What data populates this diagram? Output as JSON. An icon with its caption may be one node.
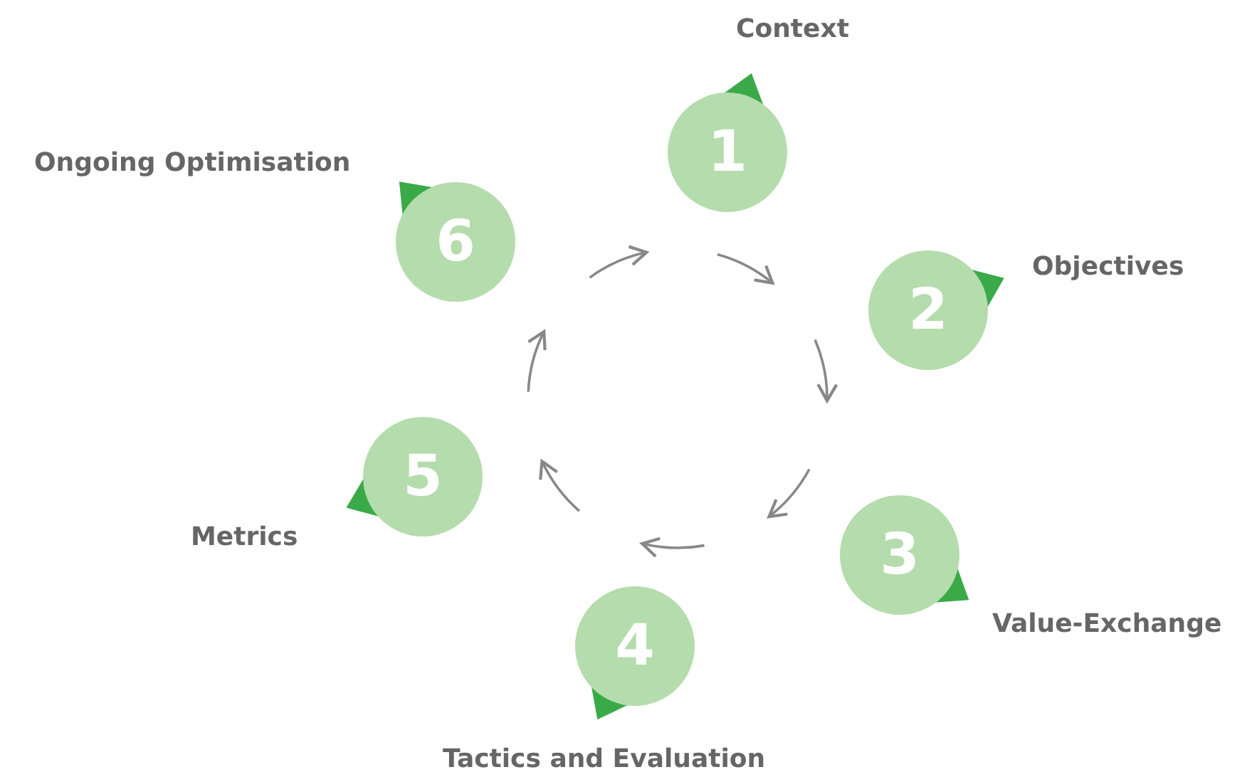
{
  "diagram": {
    "nodes": [
      {
        "text": [
          "1"
        ],
        "beside": [
          "Context"
        ]
      },
      {
        "text": [
          "2"
        ],
        "beside": [
          "Objectives"
        ]
      },
      {
        "text": [
          "3"
        ],
        "beside": [
          "Value-Exchange"
        ]
      },
      {
        "text": [
          "4"
        ],
        "beside": [
          "Tactics and Evaluation"
        ]
      },
      {
        "text": [
          "5"
        ],
        "beside": [
          "Metrics"
        ]
      },
      {
        "text": [
          "6"
        ],
        "beside": [
          "Ongoing Optimisation"
        ]
      }
    ]
  }
}
